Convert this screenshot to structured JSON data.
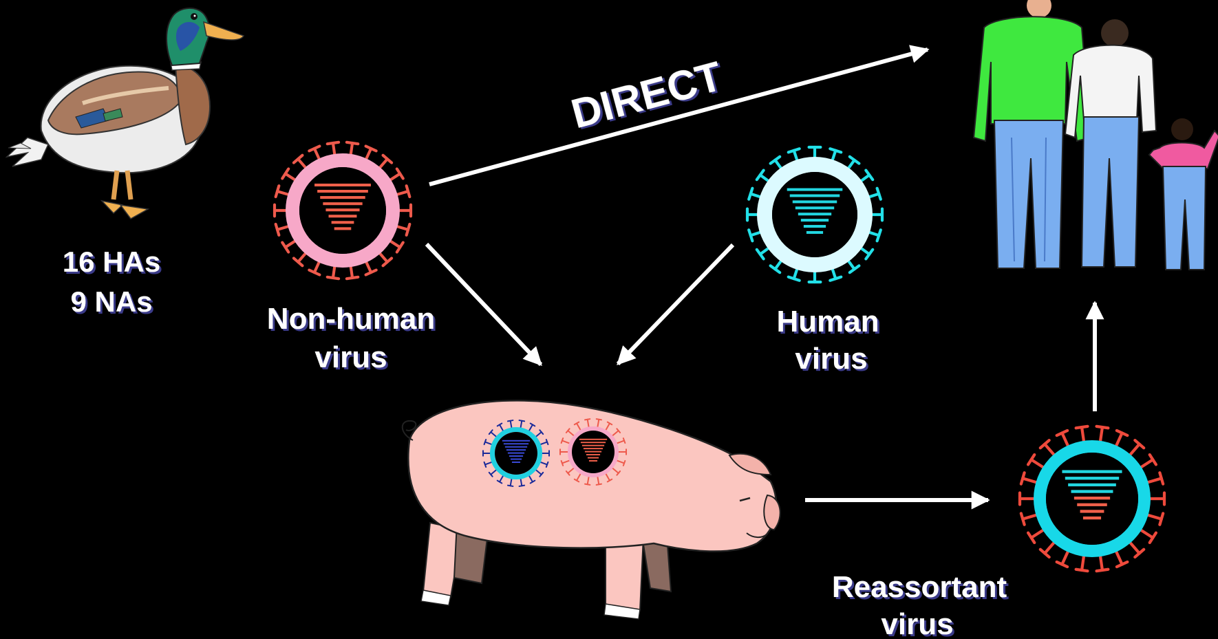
{
  "labels": {
    "duck_line1": "16 HAs",
    "duck_line2": "9 NAs",
    "nonhuman_line1": "Non-human",
    "nonhuman_line2": "virus",
    "human_line1": "Human",
    "human_line2": "virus",
    "reassortant_line1": "Reassortant",
    "reassortant_line2": "virus",
    "direct": "DIRECT"
  },
  "colors": {
    "background": "#000000",
    "arrow": "#ffffff",
    "nonhuman_spike": "#ee5a4c",
    "nonhuman_ring": "#f7a8c8",
    "nonhuman_segments": "#f0604a",
    "human_spike": "#22e0e8",
    "human_ring": "#dcfaff",
    "human_segments": "#22d6e0",
    "reassortant_spike": "#ee4a3c",
    "reassortant_ring": "#18d8e8",
    "reassortant_segments_top": "#22d6e0",
    "reassortant_segments_bottom": "#f0604a",
    "pig_virus_blue_spike": "#1a2a9a",
    "pig_virus_blue_ring": "#20d0e0",
    "pig_virus_blue_segments": "#3a4ad8",
    "pig_body": "#fbc6c0",
    "duck_head": "#1f8f6a",
    "duck_breast": "#a06a4a",
    "shirt_green": "#3fe83f",
    "jeans_blue": "#7aaef0",
    "shirt_pink": "#f05aa0"
  },
  "icons": [
    "duck-icon",
    "pig-icon",
    "family-icon",
    "virus-icon"
  ]
}
